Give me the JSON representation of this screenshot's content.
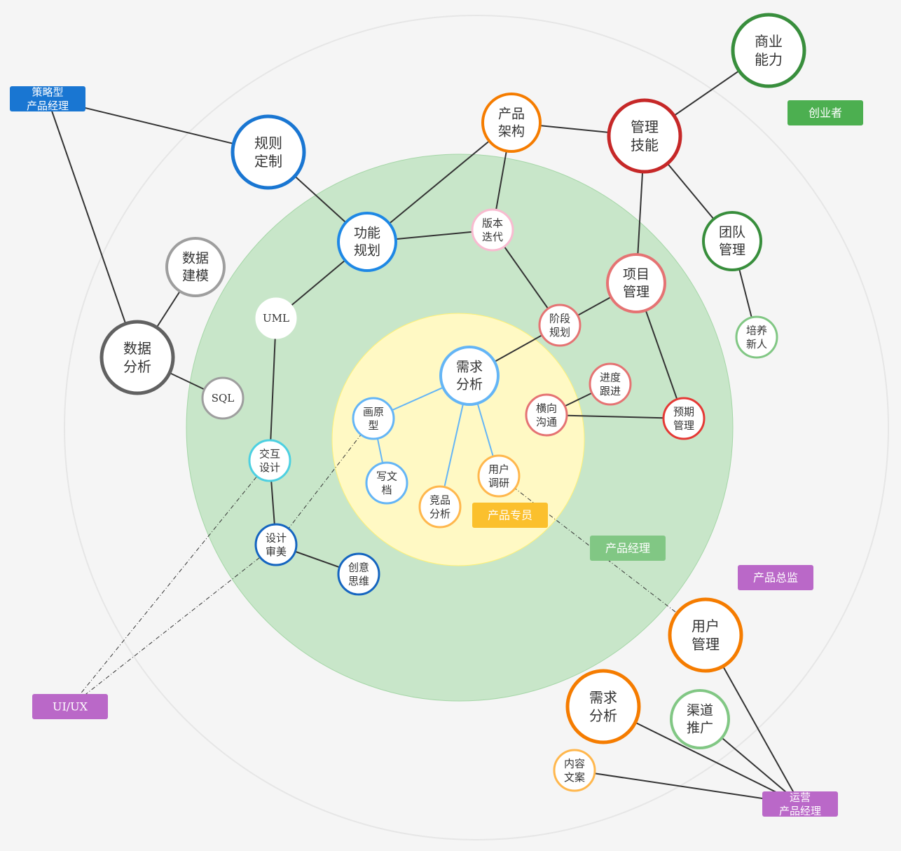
{
  "colors": {
    "background": "#f5f5f5",
    "outer_ring": "#e6e6e6",
    "green_zone": "#c8e6c9",
    "yellow_zone": "#fff9c4",
    "edge": "#333333",
    "edge_inner": "#64b5f6"
  },
  "tags": [
    {
      "id": "tag_strategy",
      "lines": [
        "策略型",
        "产品经理"
      ],
      "color": "#1976d2"
    },
    {
      "id": "tag_founder",
      "lines": [
        "创业者"
      ],
      "color": "#4caf50"
    },
    {
      "id": "tag_specialist",
      "lines": [
        "产品专员"
      ],
      "color": "#fbc02d"
    },
    {
      "id": "tag_pm",
      "lines": [
        "产品经理"
      ],
      "color": "#81c784"
    },
    {
      "id": "tag_director",
      "lines": [
        "产品总监"
      ],
      "color": "#ba68c8"
    },
    {
      "id": "tag_uiux",
      "lines": [
        "UI/UX"
      ],
      "color": "#ba68c8"
    },
    {
      "id": "tag_ops",
      "lines": [
        "运营",
        "产品经理"
      ],
      "color": "#ba68c8"
    }
  ],
  "nodes": [
    {
      "id": "n_biz",
      "lines": [
        "商业",
        "能力"
      ],
      "color": "#388e3c"
    },
    {
      "id": "n_arch",
      "lines": [
        "产品",
        "架构"
      ],
      "color": "#f57c00"
    },
    {
      "id": "n_mgmt",
      "lines": [
        "管理",
        "技能"
      ],
      "color": "#c62828"
    },
    {
      "id": "n_rules",
      "lines": [
        "规则",
        "定制"
      ],
      "color": "#1976d2"
    },
    {
      "id": "n_func",
      "lines": [
        "功能",
        "规划"
      ],
      "color": "#1e88e5"
    },
    {
      "id": "n_ver",
      "lines": [
        "版本",
        "迭代"
      ],
      "color": "#f8bbd0"
    },
    {
      "id": "n_team",
      "lines": [
        "团队",
        "管理"
      ],
      "color": "#388e3c"
    },
    {
      "id": "n_model",
      "lines": [
        "数据",
        "建模"
      ],
      "color": "#9e9e9e"
    },
    {
      "id": "n_proj",
      "lines": [
        "项目",
        "管理"
      ],
      "color": "#e57373"
    },
    {
      "id": "n_uml",
      "lines": [
        "UML"
      ],
      "color": "#ffffff"
    },
    {
      "id": "n_train",
      "lines": [
        "培养",
        "新人"
      ],
      "color": "#81c784"
    },
    {
      "id": "n_stage",
      "lines": [
        "阶段",
        "规划"
      ],
      "color": "#e57373"
    },
    {
      "id": "n_data",
      "lines": [
        "数据",
        "分析"
      ],
      "color": "#616161"
    },
    {
      "id": "n_req",
      "lines": [
        "需求",
        "分析"
      ],
      "color": "#64b5f6"
    },
    {
      "id": "n_prog",
      "lines": [
        "进度",
        "跟进"
      ],
      "color": "#e57373"
    },
    {
      "id": "n_sql",
      "lines": [
        "SQL"
      ],
      "color": "#9e9e9e"
    },
    {
      "id": "n_proto",
      "lines": [
        "画原",
        "型"
      ],
      "color": "#64b5f6"
    },
    {
      "id": "n_comm",
      "lines": [
        "横向",
        "沟通"
      ],
      "color": "#e57373"
    },
    {
      "id": "n_expect",
      "lines": [
        "预期",
        "管理"
      ],
      "color": "#e53935"
    },
    {
      "id": "n_ixd",
      "lines": [
        "交互",
        "设计"
      ],
      "color": "#4dd0e1"
    },
    {
      "id": "n_research",
      "lines": [
        "用户",
        "调研"
      ],
      "color": "#ffb74d"
    },
    {
      "id": "n_doc",
      "lines": [
        "写文",
        "档"
      ],
      "color": "#64b5f6"
    },
    {
      "id": "n_comp",
      "lines": [
        "竞品",
        "分析"
      ],
      "color": "#ffb74d"
    },
    {
      "id": "n_aesth",
      "lines": [
        "设计",
        "审美"
      ],
      "color": "#1565c0"
    },
    {
      "id": "n_creative",
      "lines": [
        "创意",
        "思维"
      ],
      "color": "#1565c0"
    },
    {
      "id": "n_user",
      "lines": [
        "用户",
        "管理"
      ],
      "color": "#f57c00"
    },
    {
      "id": "n_req2",
      "lines": [
        "需求",
        "分析"
      ],
      "color": "#f57c00"
    },
    {
      "id": "n_channel",
      "lines": [
        "渠道",
        "推广"
      ],
      "color": "#81c784"
    },
    {
      "id": "n_content",
      "lines": [
        "内容",
        "文案"
      ],
      "color": "#ffb74d"
    }
  ],
  "edges": [
    {
      "from": "tag_strategy",
      "to": "n_rules",
      "style": "solid"
    },
    {
      "from": "tag_strategy",
      "to": "n_data",
      "style": "solid"
    },
    {
      "from": "n_rules",
      "to": "n_func",
      "style": "solid"
    },
    {
      "from": "n_func",
      "to": "n_arch",
      "style": "solid"
    },
    {
      "from": "n_func",
      "to": "n_ver",
      "style": "solid"
    },
    {
      "from": "n_func",
      "to": "n_uml",
      "style": "solid"
    },
    {
      "from": "n_arch",
      "to": "n_ver",
      "style": "solid"
    },
    {
      "from": "n_arch",
      "to": "n_mgmt",
      "style": "solid"
    },
    {
      "from": "n_mgmt",
      "to": "n_biz",
      "style": "solid"
    },
    {
      "from": "n_mgmt",
      "to": "n_team",
      "style": "solid"
    },
    {
      "from": "n_mgmt",
      "to": "n_proj",
      "style": "solid"
    },
    {
      "from": "n_team",
      "to": "n_train",
      "style": "solid"
    },
    {
      "from": "n_ver",
      "to": "n_stage",
      "style": "solid"
    },
    {
      "from": "n_proj",
      "to": "n_stage",
      "style": "solid"
    },
    {
      "from": "n_proj",
      "to": "n_expect",
      "style": "solid"
    },
    {
      "from": "n_stage",
      "to": "n_req",
      "style": "solid"
    },
    {
      "from": "n_comm",
      "to": "n_prog",
      "style": "solid"
    },
    {
      "from": "n_comm",
      "to": "n_expect",
      "style": "solid"
    },
    {
      "from": "n_model",
      "to": "n_data",
      "style": "solid"
    },
    {
      "from": "n_data",
      "to": "n_sql",
      "style": "solid"
    },
    {
      "from": "n_uml",
      "to": "n_ixd",
      "style": "solid"
    },
    {
      "from": "n_ixd",
      "to": "n_aesth",
      "style": "solid"
    },
    {
      "from": "n_aesth",
      "to": "n_creative",
      "style": "solid"
    },
    {
      "from": "n_req",
      "to": "n_proto",
      "style": "inner"
    },
    {
      "from": "n_req",
      "to": "n_comp",
      "style": "inner"
    },
    {
      "from": "n_req",
      "to": "n_research",
      "style": "inner"
    },
    {
      "from": "n_proto",
      "to": "n_doc",
      "style": "inner"
    },
    {
      "from": "n_user",
      "to": "tag_ops",
      "style": "solid"
    },
    {
      "from": "n_req2",
      "to": "tag_ops",
      "style": "solid"
    },
    {
      "from": "n_channel",
      "to": "tag_ops",
      "style": "solid"
    },
    {
      "from": "n_content",
      "to": "tag_ops",
      "style": "solid"
    },
    {
      "from": "tag_uiux",
      "to": "n_ixd",
      "style": "dashed"
    },
    {
      "from": "tag_uiux",
      "to": "n_aesth",
      "style": "dashed"
    },
    {
      "from": "n_aesth",
      "to": "n_proto",
      "style": "dashed"
    },
    {
      "from": "n_research",
      "to": "n_user",
      "style": "dashed"
    }
  ]
}
